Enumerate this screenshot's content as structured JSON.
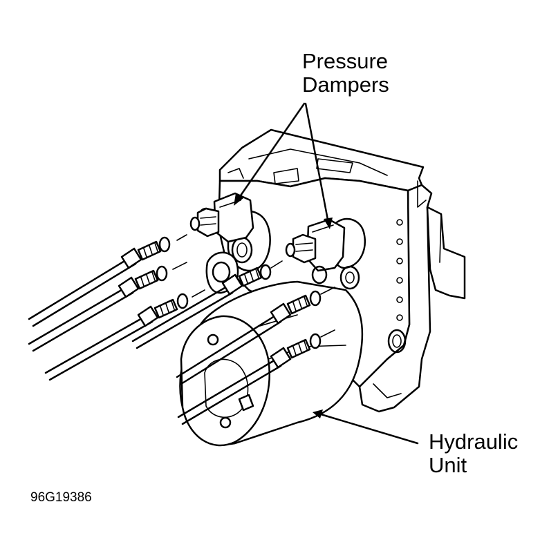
{
  "labels": {
    "pressure_dampers_line1": "Pressure",
    "pressure_dampers_line2": "Dampers",
    "hydraulic_unit_line1": "Hydraulic",
    "hydraulic_unit_line2": "Unit"
  },
  "figure_code": "96G19386",
  "colors": {
    "ink": "#000000",
    "paper": "#ffffff"
  }
}
